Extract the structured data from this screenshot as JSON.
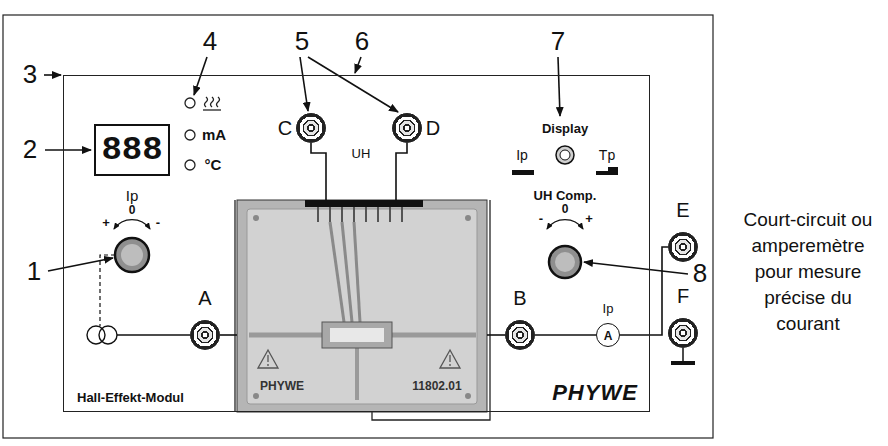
{
  "diagram": {
    "nodes": [
      {
        "text": [
          "Hall-Effekt-Modul",
          "PHYWE"
        ]
      },
      {
        "text": [
          "888"
        ],
        "in": 0
      },
      {
        "text": [
          "C"
        ],
        "in": 0
      },
      {
        "text": [
          "D"
        ],
        "in": 0
      },
      {
        "text": [
          "A"
        ],
        "in": 0
      },
      {
        "text": [
          "PHYWE",
          "11802.01"
        ],
        "in": 0
      },
      {
        "text": [
          "B"
        ],
        "in": 0
      },
      {
        "text": [
          "Ip",
          "A"
        ],
        "in": 0
      },
      {
        "text": [
          "E"
        ]
      },
      {
        "text": [
          "F"
        ]
      }
    ],
    "edges": [
      {
        "from": 2,
        "to": 5,
        "arrow": "none"
      },
      {
        "from": 3,
        "to": 5,
        "arrow": "none"
      },
      {
        "from": 4,
        "to": 5,
        "arrow": "none"
      },
      {
        "from": 5,
        "to": 6,
        "arrow": "none"
      },
      {
        "from": 6,
        "to": 7,
        "arrow": "none"
      },
      {
        "from": 7,
        "to": 8,
        "arrow": "none"
      }
    ],
    "labels": [
      "1",
      "2",
      "3",
      "4",
      "5",
      "6",
      "7",
      "8",
      "mA",
      "°C",
      "Ip",
      "+",
      "0",
      "-",
      "Display",
      "Ip",
      "Tp",
      "UH Comp.",
      "-",
      "0",
      "+",
      "UH",
      "Court-circuit ou amperemètre pour mesure précise du courant"
    ]
  }
}
